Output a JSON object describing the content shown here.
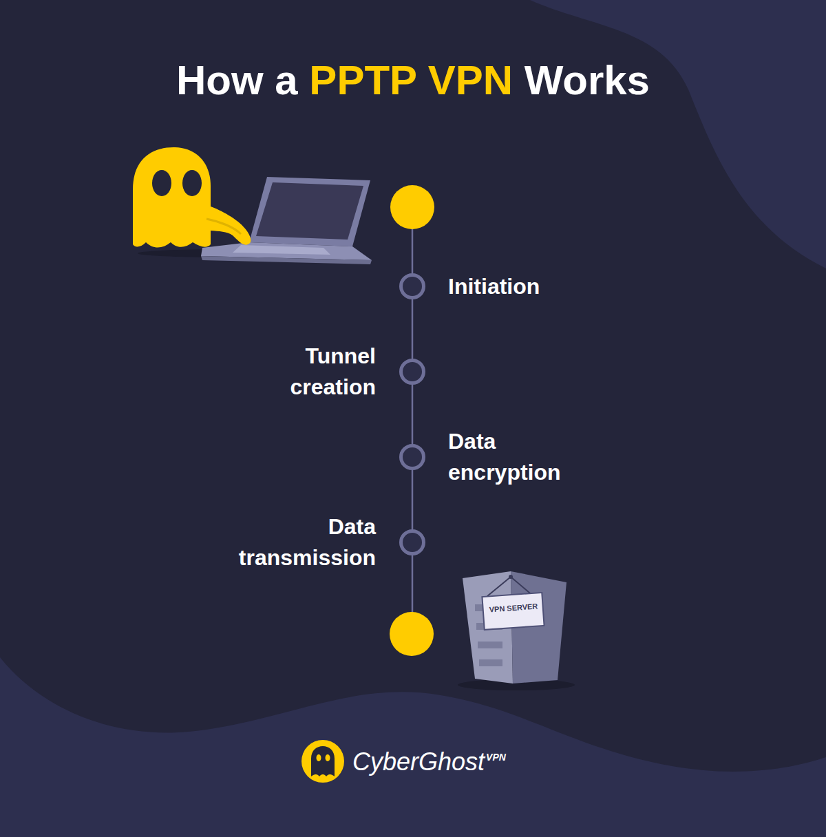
{
  "diagram": {
    "title": "How a PPTP VPN Works",
    "nodes": [
      {
        "text": [
          "Initiation"
        ]
      },
      {
        "text": [
          "Tunnel creation"
        ]
      },
      {
        "text": [
          "Data encryption"
        ]
      },
      {
        "text": [
          "Data transmission"
        ]
      }
    ],
    "edges": [
      {
        "from": 0,
        "to": 1,
        "arrow": "none"
      },
      {
        "from": 1,
        "to": 2,
        "arrow": "none"
      },
      {
        "from": 2,
        "to": 3,
        "arrow": "none"
      }
    ],
    "labels": [
      "VPN SERVER",
      "CyberGhost",
      "VPN"
    ]
  }
}
